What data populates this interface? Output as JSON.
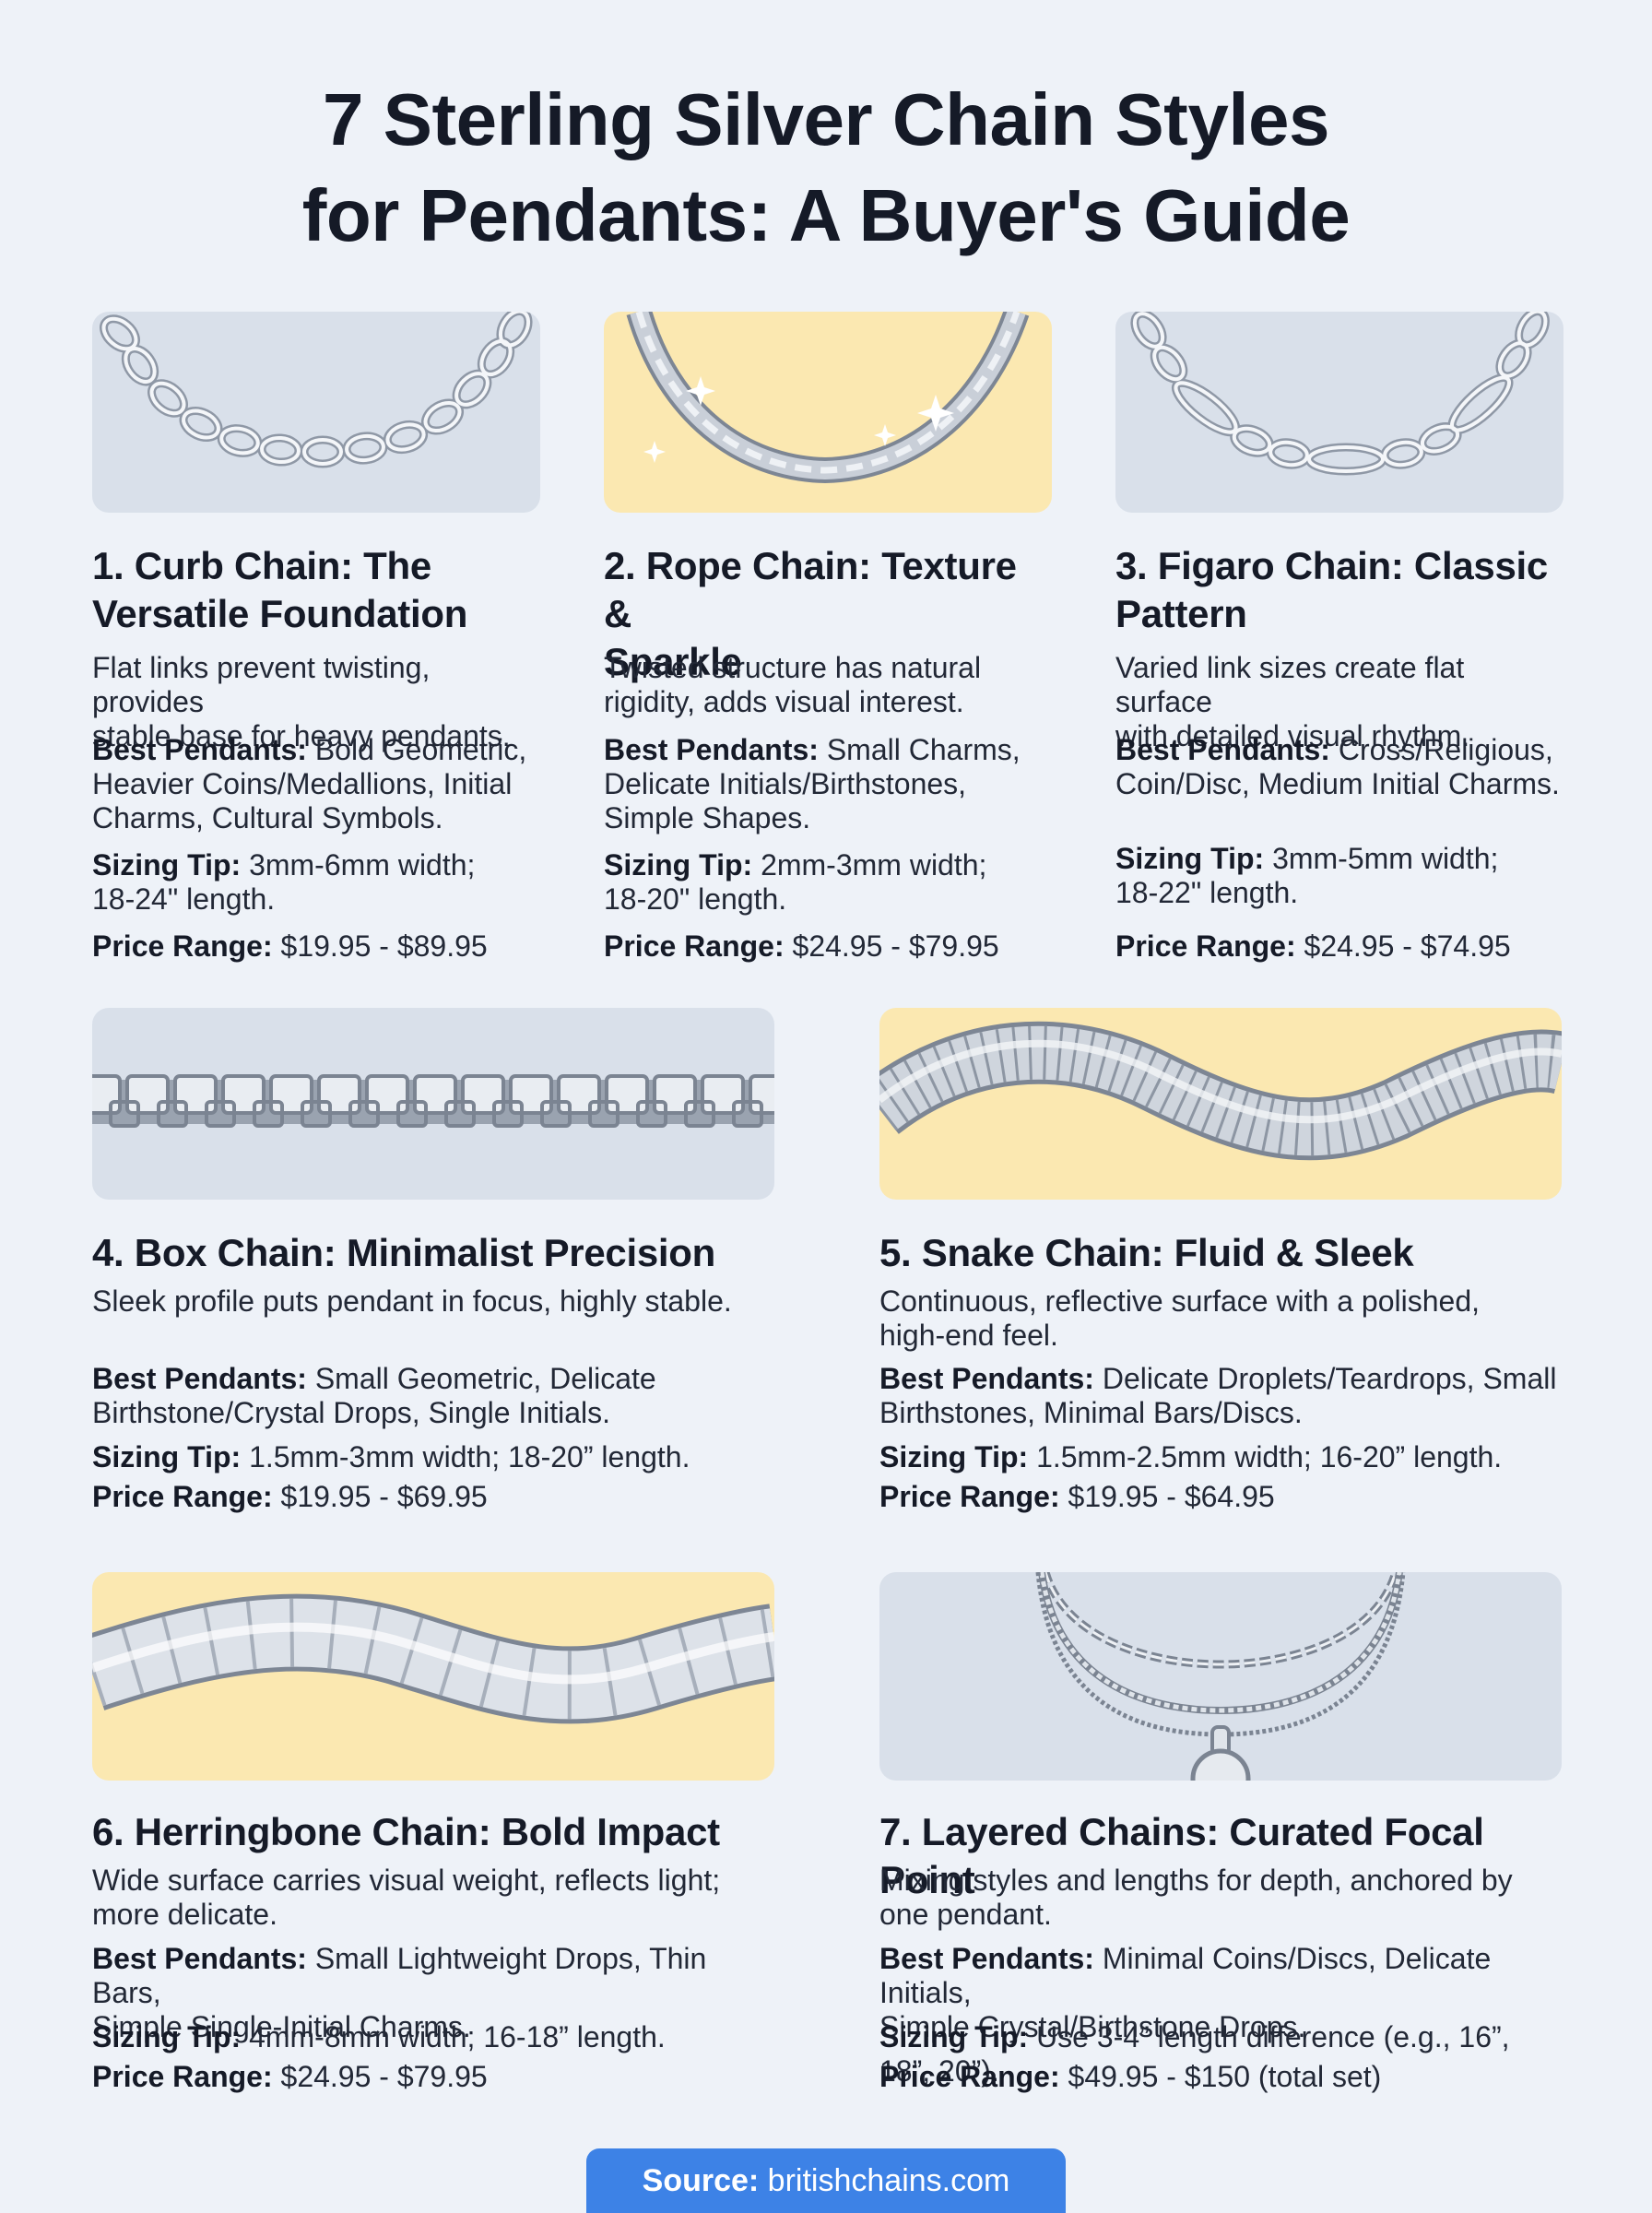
{
  "title": {
    "line1": "7 Sterling Silver Chain Styles",
    "line2": "for Pendants: A Buyer's Guide"
  },
  "labels": {
    "best": "Best Pendants:",
    "sizing": "Sizing Tip:",
    "price": "Price Range:"
  },
  "colors": {
    "card_gray": "#d9e0ea",
    "card_yellow": "#fbe8b1",
    "source_blue": "#3d82e6"
  },
  "chains": [
    {
      "heading_line1": "1. Curb Chain: The",
      "heading_line2": "Versatile Foundation",
      "desc_line1": "Flat links prevent twisting, provides",
      "desc_line2": "stable base for heavy pendants.",
      "best_line1": " Bold Geometric,",
      "best_line2": "Heavier Coins/Medallions, Initial",
      "best_line3": "Charms, Cultural Symbols.",
      "sizing_line1": " 3mm-6mm width;",
      "sizing_line2": "18-24\" length.",
      "price": " $19.95 - $89.95",
      "icon": "curb-chain-illustration"
    },
    {
      "heading_line1": "2. Rope Chain: Texture &",
      "heading_line2": "Sparkle",
      "desc_line1": "Twisted structure has natural",
      "desc_line2": "rigidity, adds visual interest.",
      "best_line1": " Small Charms,",
      "best_line2": "Delicate Initials/Birthstones,",
      "best_line3": "Simple Shapes.",
      "sizing_line1": " 2mm-3mm width;",
      "sizing_line2": "18-20\" length.",
      "price": " $24.95 - $79.95",
      "icon": "rope-chain-illustration"
    },
    {
      "heading_line1": "3. Figaro Chain: Classic",
      "heading_line2": "Pattern",
      "desc_line1": "Varied link sizes create flat surface",
      "desc_line2": "with detailed visual rhythm.",
      "best_line1": " Cross/Religious,",
      "best_line2": "Coin/Disc, Medium Initial Charms.",
      "sizing_line1": " 3mm-5mm width;",
      "sizing_line2": "18-22\" length.",
      "price": " $24.95 - $74.95",
      "icon": "figaro-chain-illustration"
    },
    {
      "heading_line1": "4. Box Chain: Minimalist Precision",
      "desc_line1": "Sleek profile puts pendant in focus, highly stable.",
      "best_line1": " Small Geometric, Delicate",
      "best_line2": "Birthstone/Crystal Drops, Single Initials.",
      "sizing_line1": " 1.5mm-3mm width; 18-20” length.",
      "price": " $19.95 - $69.95",
      "icon": "box-chain-illustration"
    },
    {
      "heading_line1": "5. Snake Chain: Fluid & Sleek",
      "desc_line1": "Continuous, reflective surface with a polished,",
      "desc_line2": "high-end feel.",
      "best_line1": " Delicate Droplets/Teardrops, Small",
      "best_line2": "Birthstones, Minimal Bars/Discs.",
      "sizing_line1": " 1.5mm-2.5mm width; 16-20” length.",
      "price": " $19.95 - $64.95",
      "icon": "snake-chain-illustration"
    },
    {
      "heading_line1": "6. Herringbone Chain: Bold Impact",
      "desc_line1": "Wide surface carries visual weight, reflects light;",
      "desc_line2": "more delicate.",
      "best_line1": " Small Lightweight Drops, Thin Bars,",
      "best_line2": "Simple Single-Initial Charms.",
      "sizing_line1": " 4mm-8mm width; 16-18” length.",
      "price": " $24.95 - $79.95",
      "icon": "herringbone-chain-illustration"
    },
    {
      "heading_line1": "7. Layered Chains: Curated Focal Point",
      "desc_line1": "Mixing styles and lengths for depth, anchored by",
      "desc_line2": "one pendant.",
      "best_line1": " Minimal Coins/Discs, Delicate Initials,",
      "best_line2": "Simple Crystal/Birthstone Drops.",
      "sizing_line1": " Use 3-4” length difference (e.g., 16”, 18”, 20”).",
      "price": " $49.95 - $150 (total set)",
      "icon": "layered-chains-illustration"
    }
  ],
  "source": {
    "label": "Source:",
    "text": " britishchains.com"
  }
}
